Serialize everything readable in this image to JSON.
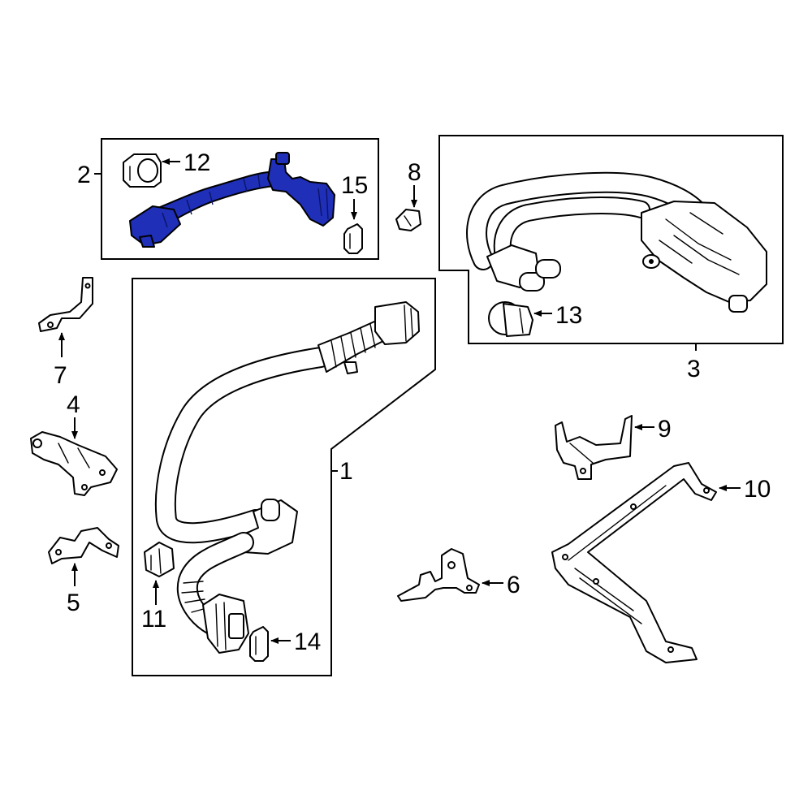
{
  "diagram": {
    "highlight_color": "#1f2fb8",
    "callouts": {
      "c1": "1",
      "c2": "2",
      "c3": "3",
      "c4": "4",
      "c5": "5",
      "c6": "6",
      "c7": "7",
      "c8": "8",
      "c9": "9",
      "c10": "10",
      "c11": "11",
      "c12": "12",
      "c13": "13",
      "c14": "14",
      "c15": "15"
    }
  }
}
